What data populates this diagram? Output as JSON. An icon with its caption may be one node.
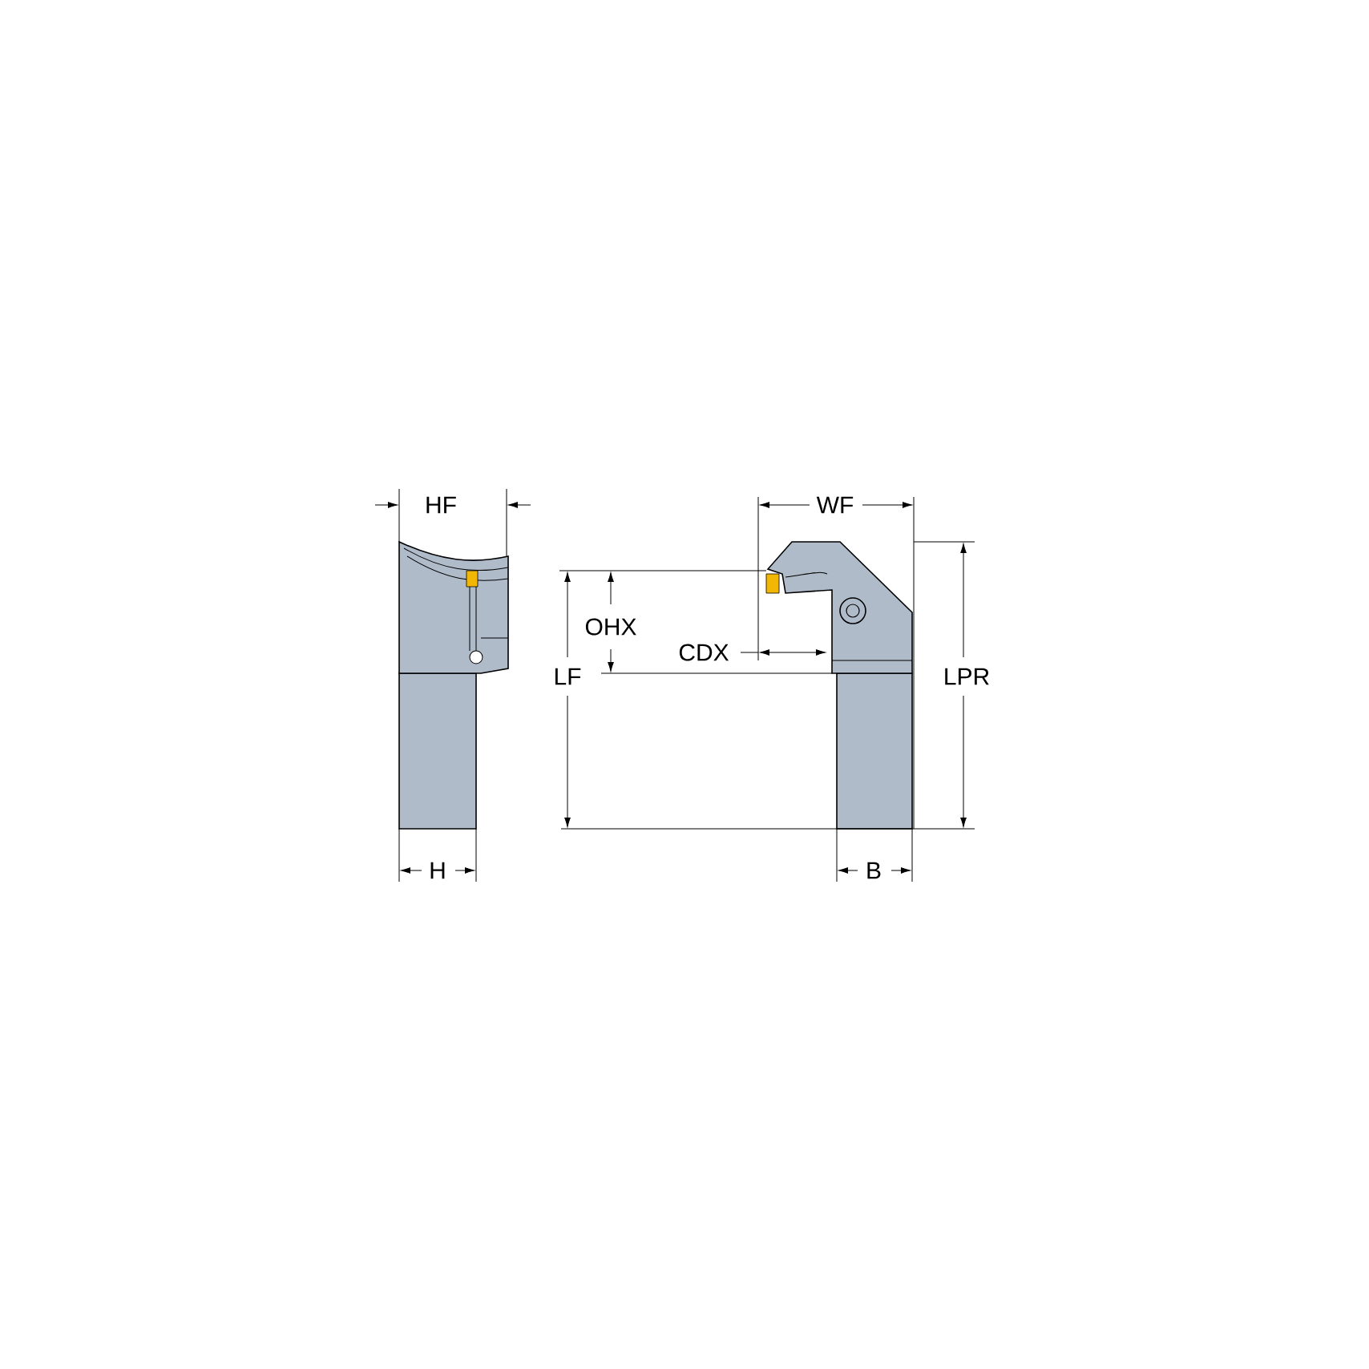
{
  "diagram": {
    "labels": [
      "HF",
      "WF",
      "OHX",
      "CDX",
      "LF",
      "LPR",
      "H",
      "B"
    ]
  }
}
